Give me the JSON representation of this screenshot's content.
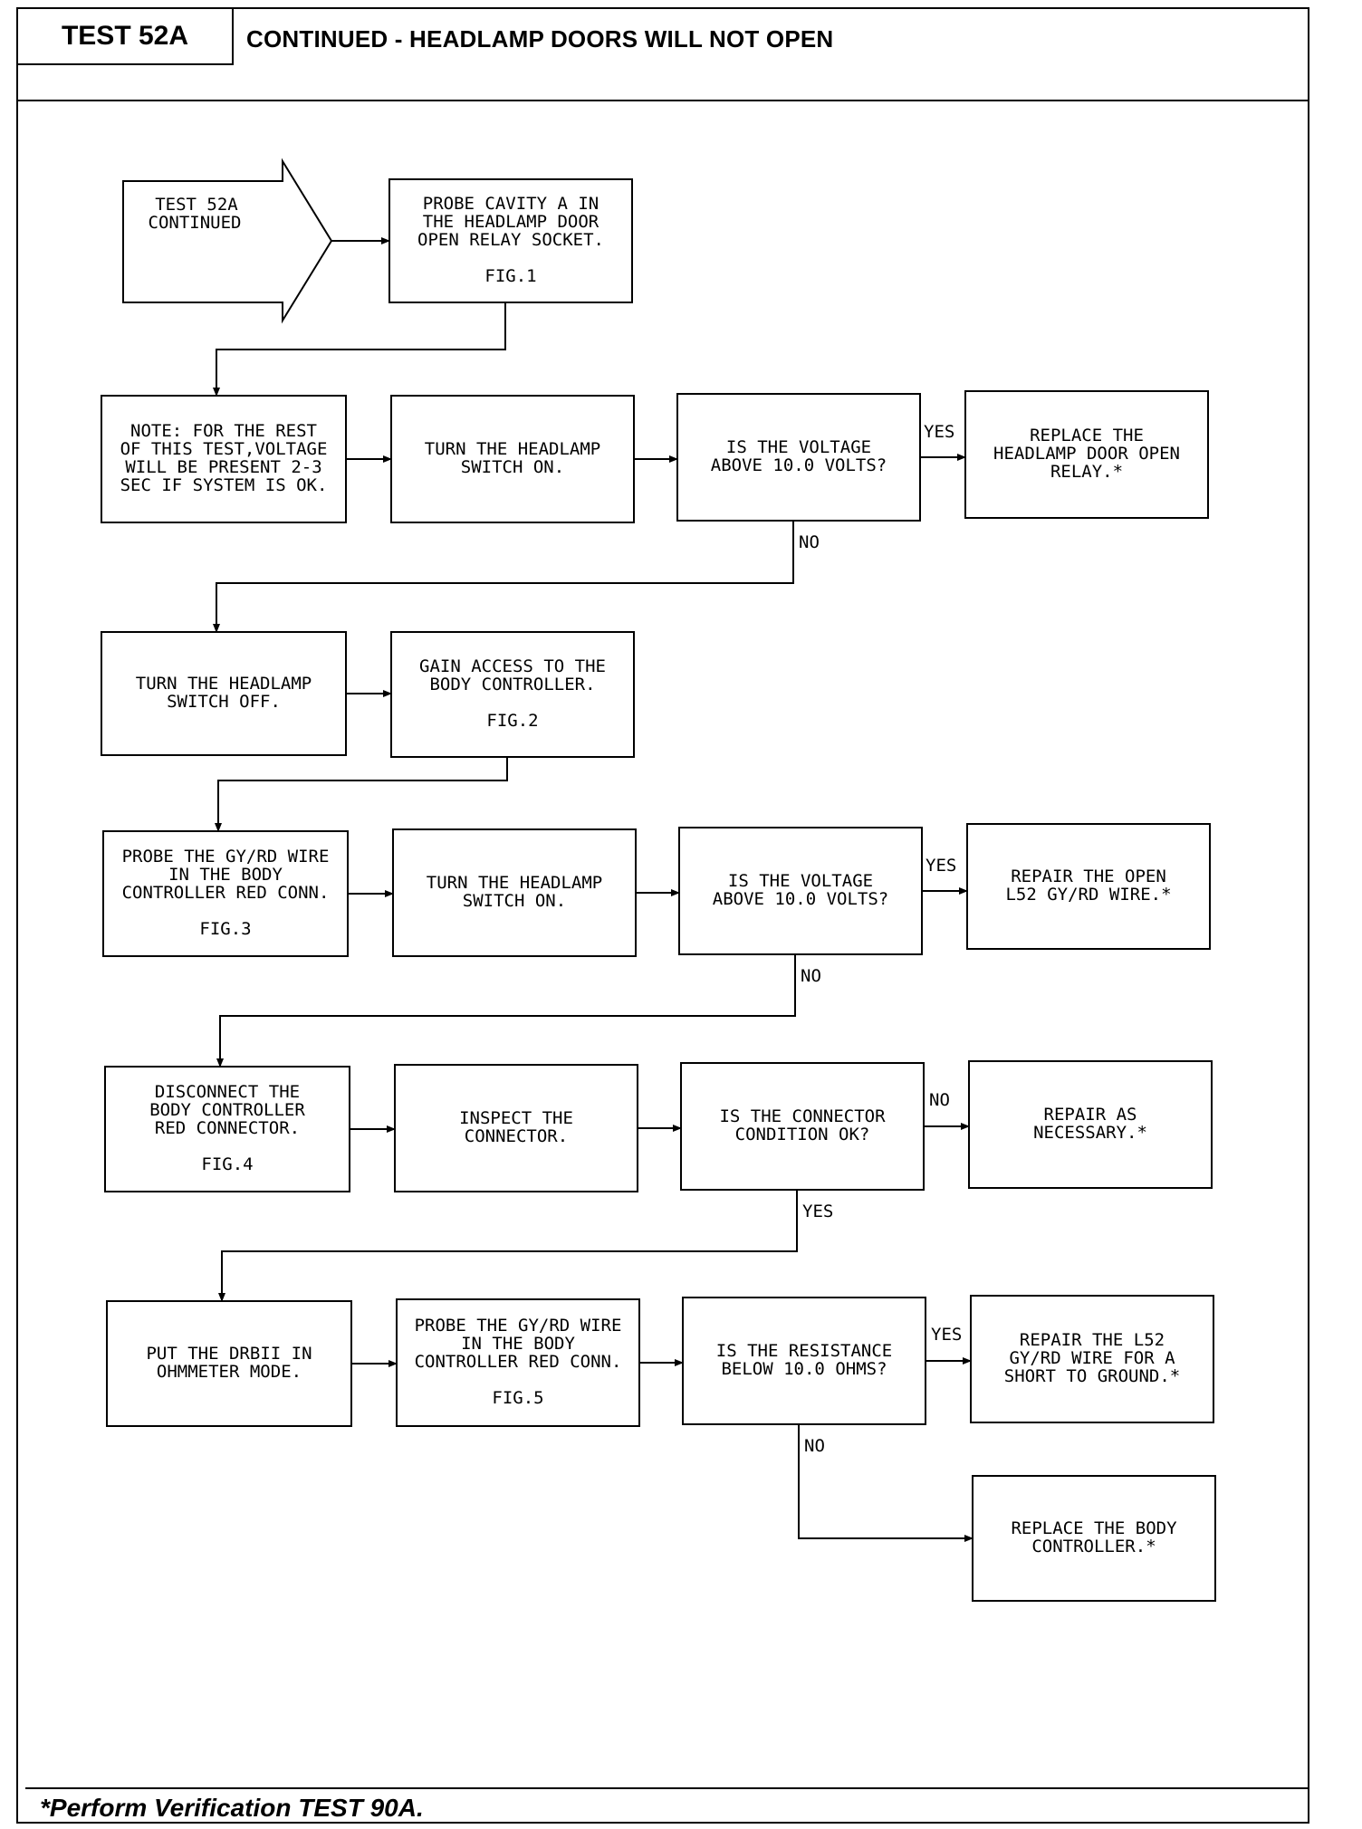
{
  "header": {
    "test_id": "TEST 52A",
    "title": "CONTINUED - HEADLAMP DOORS WILL NOT OPEN"
  },
  "footer": {
    "note": "*Perform Verification TEST 90A."
  },
  "flowchart": {
    "start": {
      "lines": [
        "TEST 52A",
        "CONTINUED"
      ]
    },
    "boxes": {
      "b1": {
        "lines": [
          "PROBE CAVITY A IN",
          "THE HEADLAMP DOOR",
          "OPEN RELAY SOCKET.",
          "",
          "FIG.1"
        ]
      },
      "b2": {
        "lines": [
          "NOTE:  FOR THE REST",
          "OF THIS TEST,VOLTAGE",
          "WILL BE PRESENT 2-3",
          "SEC IF SYSTEM IS OK."
        ]
      },
      "b3": {
        "lines": [
          "TURN THE HEADLAMP",
          "SWITCH ON."
        ]
      },
      "b4": {
        "lines": [
          "IS THE VOLTAGE",
          "ABOVE 10.0 VOLTS?"
        ]
      },
      "b5": {
        "lines": [
          "REPLACE THE",
          "HEADLAMP DOOR OPEN",
          "RELAY.*"
        ]
      },
      "b6": {
        "lines": [
          "TURN THE HEADLAMP",
          "SWITCH OFF."
        ]
      },
      "b7": {
        "lines": [
          "GAIN ACCESS TO THE",
          "BODY CONTROLLER.",
          "",
          "FIG.2"
        ]
      },
      "b8": {
        "lines": [
          "PROBE THE GY/RD WIRE",
          "IN THE BODY",
          "CONTROLLER RED CONN.",
          "",
          "FIG.3"
        ]
      },
      "b9": {
        "lines": [
          "TURN THE HEADLAMP",
          "SWITCH ON."
        ]
      },
      "b10": {
        "lines": [
          "IS THE VOLTAGE",
          "ABOVE 10.0 VOLTS?"
        ]
      },
      "b11": {
        "lines": [
          "REPAIR THE OPEN",
          "L52 GY/RD WIRE.*"
        ]
      },
      "b12": {
        "lines": [
          "DISCONNECT THE",
          "BODY CONTROLLER",
          "RED CONNECTOR.",
          "",
          "FIG.4"
        ]
      },
      "b13": {
        "lines": [
          "INSPECT THE",
          "CONNECTOR."
        ]
      },
      "b14": {
        "lines": [
          "IS THE CONNECTOR",
          "CONDITION OK?"
        ]
      },
      "b15": {
        "lines": [
          "REPAIR AS",
          "NECESSARY.*"
        ]
      },
      "b16": {
        "lines": [
          "PUT THE DRBII IN",
          "OHMMETER MODE."
        ]
      },
      "b17": {
        "lines": [
          "PROBE THE GY/RD WIRE",
          "IN THE BODY",
          "CONTROLLER RED CONN.",
          "",
          "FIG.5"
        ]
      },
      "b18": {
        "lines": [
          "IS THE RESISTANCE",
          "BELOW 10.0 OHMS?"
        ]
      },
      "b19": {
        "lines": [
          "REPAIR THE L52",
          "GY/RD WIRE FOR A",
          "SHORT TO GROUND.*"
        ]
      },
      "b20": {
        "lines": [
          "REPLACE THE BODY",
          "CONTROLLER.*"
        ]
      }
    },
    "edge_labels": {
      "e4_yes": "YES",
      "e4_no": "NO",
      "e10_yes": "YES",
      "e10_no": "NO",
      "e14_no": "NO",
      "e14_yes": "YES",
      "e18_yes": "YES",
      "e18_no": "NO"
    }
  }
}
